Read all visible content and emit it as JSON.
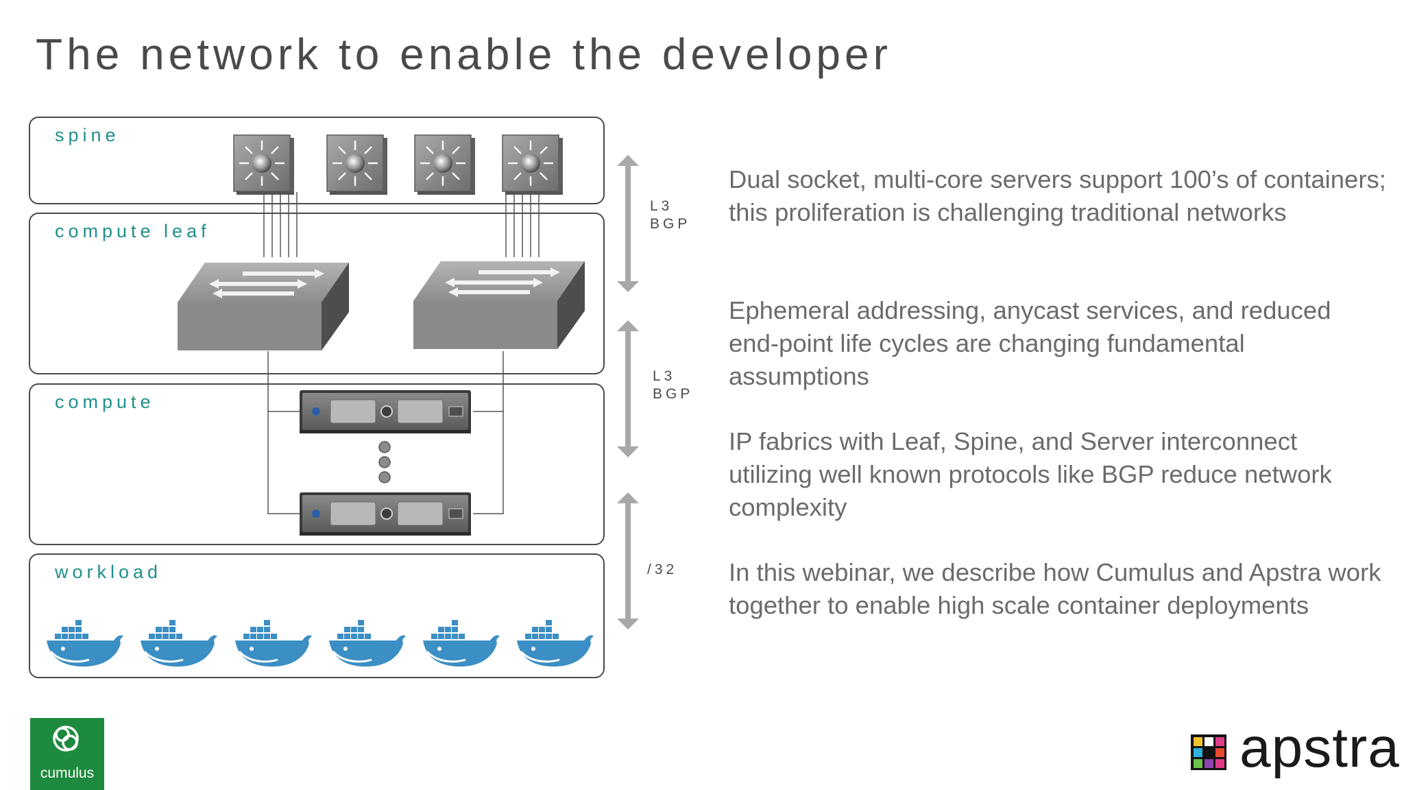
{
  "title": "The network to enable the developer",
  "tiers": {
    "spine": "spine",
    "compute_leaf": "compute leaf",
    "compute": "compute",
    "workload": "workload"
  },
  "protocols": {
    "spine_leaf_line1": "L3",
    "spine_leaf_line2": "BGP",
    "leaf_compute_line1": "L3",
    "leaf_compute_line2": "BGP",
    "compute_workload": "/32"
  },
  "bullets": [
    "Dual socket, multi-core servers support 100’s of containers; this proliferation is challenging traditional networks",
    "Ephemeral addressing, anycast services, and reduced end-point life cycles are changing fundamental assumptions",
    "IP fabrics with Leaf, Spine, and Server interconnect utilizing well known protocols like BGP reduce network complexity",
    "In this webinar, we describe how Cumulus and Apstra work together to enable high scale container deployments"
  ],
  "logos": {
    "cumulus": "cumulus",
    "apstra": "apstra"
  },
  "colors": {
    "tier_label": "#1f8f8a",
    "docker_blue": "#3b8fc4",
    "cumulus_green": "#1e8a3f",
    "text_gray": "#6b6b6b"
  },
  "icons": [
    "spine-switch-icon",
    "leaf-switch-icon",
    "server-icon",
    "docker-whale-icon",
    "double-arrow-icon"
  ]
}
